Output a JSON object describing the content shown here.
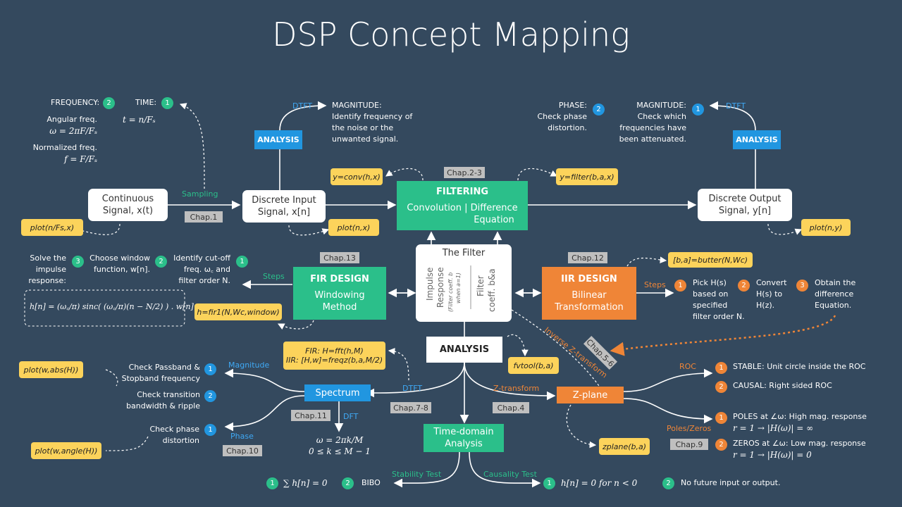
{
  "title": "DSP Concept Mapping",
  "colors": {
    "background": "#34495e",
    "green": "#2bbf8a",
    "blue": "#2196e0",
    "orange": "#ef8537",
    "yellow": "#fcd35b",
    "gray": "#bfbfbf"
  },
  "top_left": {
    "frequency": "FREQUENCY:",
    "time": "TIME:",
    "angular": "Angular freq.",
    "angular_eq": "ω = 2πF/Fₛ",
    "normalized": "Normalized freq.",
    "normalized_eq": "f = F/Fₛ",
    "time_eq": "t = n/Fₛ"
  },
  "nodes": {
    "continuous": {
      "line1": "Continuous",
      "line2": "Signal, x(t)"
    },
    "discrete_input": {
      "line1": "Discrete Input",
      "line2": "Signal, x[n]"
    },
    "filtering": {
      "title": "FILTERING",
      "line1": "Convolution  |  Difference",
      "line2": "Equation"
    },
    "discrete_output": {
      "line1": "Discrete Output",
      "line2": "Signal, y[n]"
    },
    "the_filter": {
      "title": "The Filter",
      "left_v1": "Impulse",
      "left_v2": "Response",
      "left_v3": "(Filter coeff. b",
      "left_v4": "when a=1)",
      "right_v1": "Filter",
      "right_v2": "coeff. b&a"
    },
    "fir": {
      "title": "FIR DESIGN",
      "line1": "Windowing",
      "line2": "Method"
    },
    "iir": {
      "title": "IIR DESIGN",
      "line1": "Bilinear",
      "line2": "Transformation"
    },
    "analysis_center": "ANALYSIS",
    "spectrum": "Spectrum",
    "zplane": "Z-plane",
    "time_domain": {
      "line1": "Time-domain",
      "line2": "Analysis"
    },
    "analysis_left": "ANALYSIS",
    "analysis_right": "ANALYSIS"
  },
  "labels": {
    "sampling": "Sampling",
    "dtft_top_left": "DTFT",
    "dtft_top_right": "DTFT",
    "steps_left": "Steps",
    "steps_right": "Steps",
    "magnitude": "Magnitude",
    "phase": "Phase",
    "dtft_spectrum": "DTFT",
    "dft": "DFT",
    "ztransform": "Z-transform",
    "inverse_z": "Inverse Z-transform",
    "roc": "ROC",
    "poles_zeros": "Poles/Zeros",
    "stability": "Stability Test",
    "causality": "Causality Test"
  },
  "chapters": {
    "c1": "Chap.1",
    "c23": "Chap.2-3",
    "c13": "Chap.13",
    "c12": "Chap.12",
    "c78": "Chap.7-8",
    "c4": "Chap.4",
    "c56": "Chap.5-6",
    "c11": "Chap.11",
    "c10": "Chap.10",
    "c9": "Chap.9"
  },
  "code": {
    "conv": "y=conv(h,x)",
    "filter": "y=filter(b,a,x)",
    "plot_fs": "plot(n/Fs,x)",
    "plot_nx": "plot(n,x)",
    "plot_ny": "plot(n,y)",
    "butter": "[b,a]=butter(N,Wc)",
    "fir1": "h=fir1(N,Wc,window)",
    "fft_line1": "FIR: H=fft(h,M)",
    "fft_line2": "IIR: [H,w]=freqz(b,a,M/2)",
    "fvtool": "fvtool(b,a)",
    "plot_abs": "plot(w,abs(H))",
    "plot_angle": "plot(w,angle(H))",
    "zplane": "zplane(b,a)"
  },
  "analysis_text": {
    "mag_in_1": "MAGNITUDE:",
    "mag_in_2": "Identify frequency of",
    "mag_in_3": "the noise or the",
    "mag_in_4": "unwanted signal.",
    "phase_1": "PHASE:",
    "phase_2": "Check phase",
    "phase_3": "distortion.",
    "mag_out_1": "MAGNITUDE:",
    "mag_out_2": "Check which",
    "mag_out_3": "frequencies have",
    "mag_out_4": "been attenuated."
  },
  "fir_steps": {
    "s3a": "Solve the",
    "s3b": "impulse",
    "s3c": "response:",
    "s2a": "Choose window",
    "s2b": "function, w[n].",
    "s1a": "Identify cut-off",
    "s1b": "freq. ω꜀ and",
    "s1c": "filter order N.",
    "formula": "h[n] = (ω꜀/π) sinc( (ω꜀/π)(n − N/2) ) . w[n]"
  },
  "iir_steps": {
    "s1a": "Pick H(s)",
    "s1b": "based on",
    "s1c": "specified",
    "s1d": "filter order N.",
    "s2a": "Convert",
    "s2b": "H(s) to",
    "s2c": "H(z).",
    "s3a": "Obtain the",
    "s3b": "difference",
    "s3c": "Equation."
  },
  "spectrum_items": {
    "pass1": "Check Passband &",
    "pass2": "Stopband frequency",
    "trans1": "Check transition",
    "trans2": "bandwidth & ripple",
    "phase1": "Check phase",
    "phase2": "distortion",
    "dft_eq1": "ω = 2πk/M",
    "dft_eq2": "0 ≤ k ≤ M − 1"
  },
  "zplane_items": {
    "stable": "STABLE:  Unit circle inside the ROC",
    "causal": "CAUSAL:  Right sided ROC",
    "poles1": "POLES at ∠ω: High mag. response",
    "poles2": "r = 1 → |H(ω)| = ∞",
    "zeros1": "ZEROS at ∠ω: Low mag. response",
    "zeros2": "r = 1 → |H(ω)| = 0"
  },
  "bottom": {
    "sum": "∑ h[n] = 0",
    "bibo": "BIBO",
    "causal_eq": "h[n] = 0   for   n < 0",
    "no_future": "No future input or output."
  },
  "badges": {
    "one": "1",
    "two": "2",
    "three": "3"
  }
}
